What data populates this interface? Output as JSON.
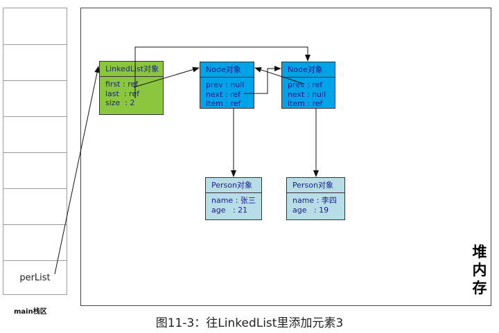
{
  "stack": {
    "label": "main栈区",
    "variable": "perList"
  },
  "heap": {
    "label": [
      "堆",
      "内",
      "存"
    ]
  },
  "linkedlist": {
    "title": "LinkedList对象",
    "fields": [
      "first : ref",
      "last  : ref",
      "size  : 2"
    ]
  },
  "node1": {
    "title": "Node对象",
    "fields": [
      "prev : null",
      "next : ref",
      "item : ref"
    ]
  },
  "node2": {
    "title": "Node对象",
    "fields": [
      "prev : ref",
      "next : null",
      "item : ref"
    ]
  },
  "person1": {
    "title": "Person对象",
    "fields": [
      "name : 张三",
      "age   : 21"
    ]
  },
  "person2": {
    "title": "Person对象",
    "fields": [
      "name : 李四",
      "age   : 19"
    ]
  },
  "caption": "图11-3：往LinkedList里添加元素3",
  "colors": {
    "linkedlist": "#8cc63f",
    "node": "#00a2e8",
    "person": "#b7dee6"
  }
}
